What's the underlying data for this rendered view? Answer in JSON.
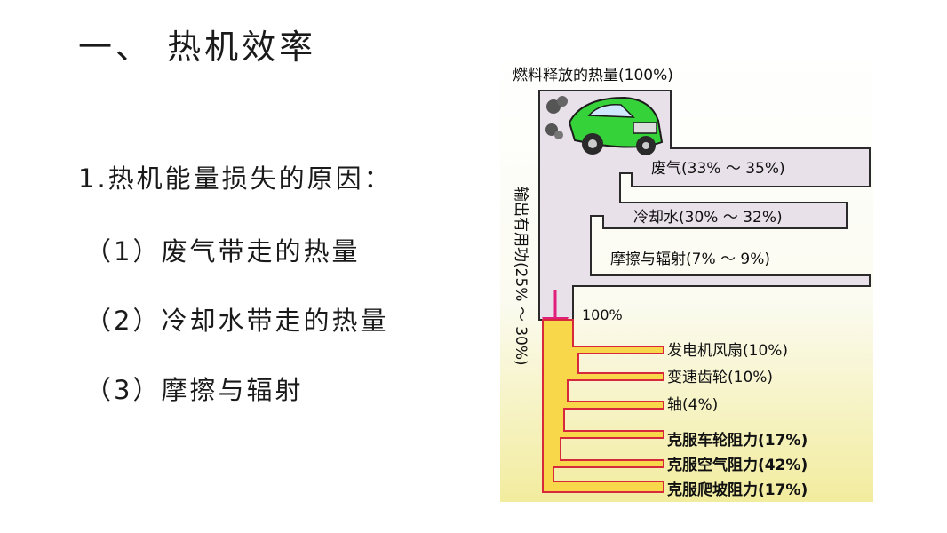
{
  "slide": {
    "title": "一、 热机效率",
    "subtitle": "1.热机能量损失的原因：",
    "reasons": [
      "（1）废气带走的热量",
      "（2）冷却水带走的热量",
      "（3）摩擦与辐射"
    ]
  },
  "diagram": {
    "top_label": "燃料释放的热量(100%)",
    "losses": [
      "废气(33% ～ 35%)",
      "冷却水(30% ～ 32%)",
      "摩擦与辐射(7% ～ 9%)"
    ],
    "output_label": "输出有用功(25% ～ 30%)",
    "output_percent": "100%",
    "branches": [
      "发电机风扇(10%)",
      "变速齿轮(10%)",
      "轴(4%)",
      "克服车轮阻力(17%)",
      "克服空气阻力(42%)",
      "克服爬坡阻力(17%)"
    ],
    "colors": {
      "flow_fill": "#e9e1ea",
      "flow_stroke": "#2a2a2a",
      "branch_fill": "#f8d84a",
      "branch_stroke": "#d8283c",
      "arrow": "#e0207a",
      "car_body": "#36d23a",
      "background_bottom": "#f3eeb0"
    }
  }
}
